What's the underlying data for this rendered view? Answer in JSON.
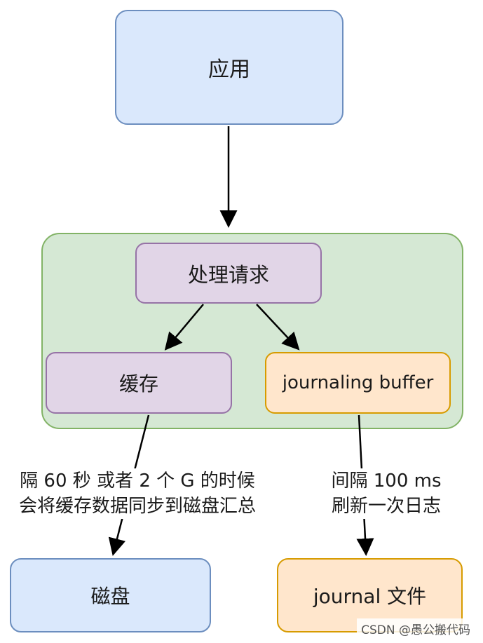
{
  "nodes": {
    "app": "应用",
    "process": "处理请求",
    "cache": "缓存",
    "journaling_buffer": "journaling buffer",
    "disk": "磁盘",
    "journal_file": "journal 文件"
  },
  "edge_labels": {
    "cache_to_disk": [
      "隔 60 秒 或者 2 个 G 的时候",
      "会将缓存数据同步到磁盘汇总"
    ],
    "buffer_to_journal": [
      "间隔 100 ms",
      "刷新一次日志"
    ]
  },
  "watermark": "CSDN @愚公搬代码",
  "colors": {
    "blue_fill": "#dae8fc",
    "blue_stroke": "#6c8ebf",
    "purple_fill": "#e1d5e7",
    "purple_stroke": "#9673a6",
    "orange_fill": "#ffe6cc",
    "orange_stroke": "#d79b00",
    "green_fill": "#d5e8d4",
    "green_stroke": "#82b366"
  }
}
